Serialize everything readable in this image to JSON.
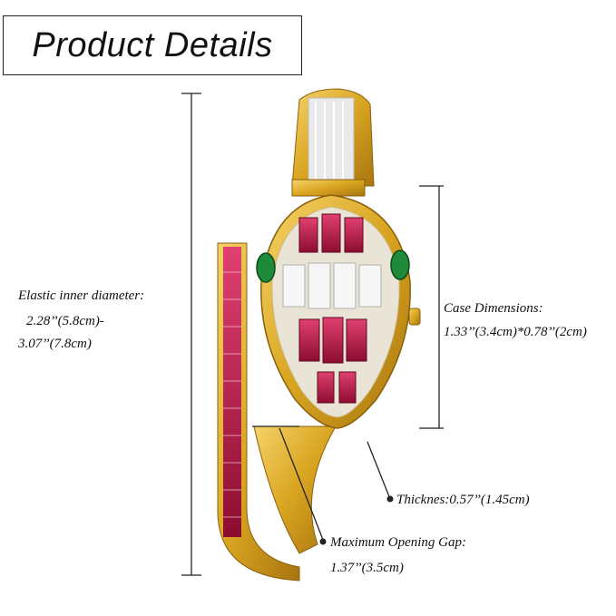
{
  "title": "Product Details",
  "labels": {
    "inner_diameter_title": "Elastic inner diameter:",
    "inner_diameter_line1": "2.28’’(5.8cm)-",
    "inner_diameter_line2": "3.07’’(7.8cm)",
    "case_title": "Case Dimensions:",
    "case_value": "1.33’’(3.4cm)*0.78’’(2cm)",
    "thickness": "Thicknes:0.57’’(1.45cm)",
    "gap_title": "Maximum Opening Gap:",
    "gap_value": "1.37’’(3.5cm)"
  },
  "colors": {
    "gold": "#d9a520",
    "ruby": "#b0153f",
    "crystal": "#f2f2f2",
    "emerald": "#1f8a3a"
  },
  "icons": {
    "product": "snake-bangle-watch-image"
  }
}
